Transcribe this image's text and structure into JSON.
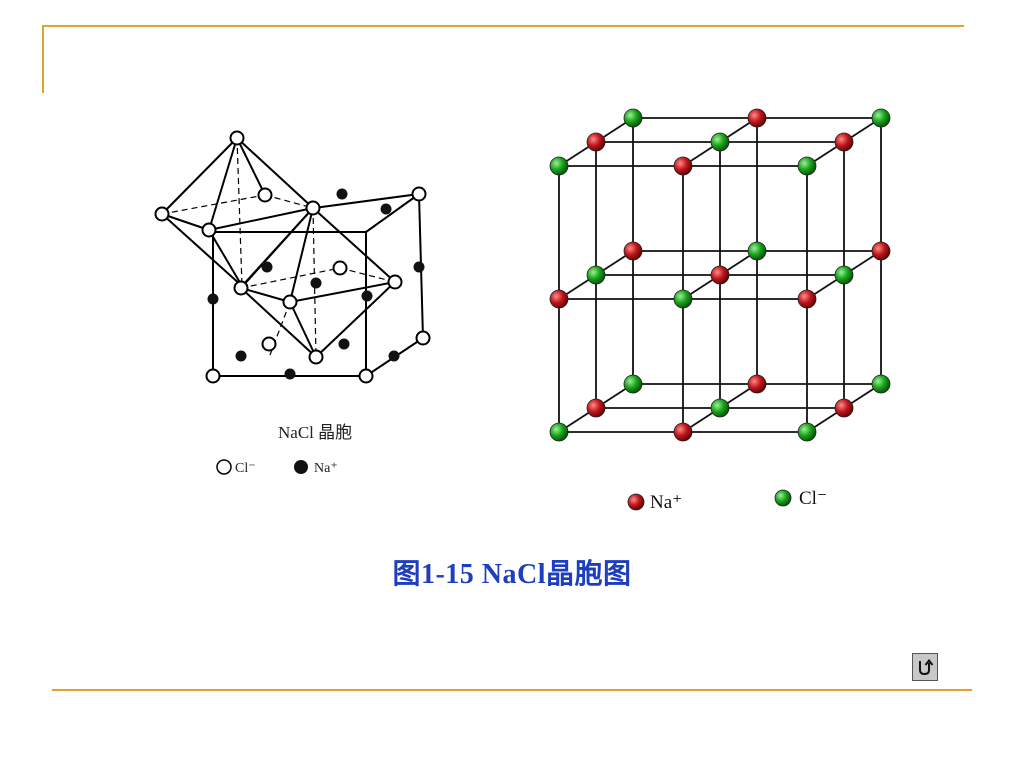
{
  "left_figure": {
    "title": "NaCl 晶胞",
    "legend": [
      {
        "symbol": "open-circle",
        "label": "Cl⁻"
      },
      {
        "symbol": "filled-circle",
        "label": "Na⁺"
      }
    ]
  },
  "right_figure": {
    "legend": [
      {
        "color": "#c0161b",
        "label": "Na⁺"
      },
      {
        "color": "#1aa31a",
        "label": "Cl⁻"
      }
    ]
  },
  "caption": "图1-15    NaCl晶胞图",
  "controls": {
    "return_icon": "u-turn-return-icon"
  },
  "colors": {
    "accent_line": "#e0a32e",
    "caption": "#1d3fbf",
    "na_red": "#c0161b",
    "cl_green": "#1aa31a"
  }
}
